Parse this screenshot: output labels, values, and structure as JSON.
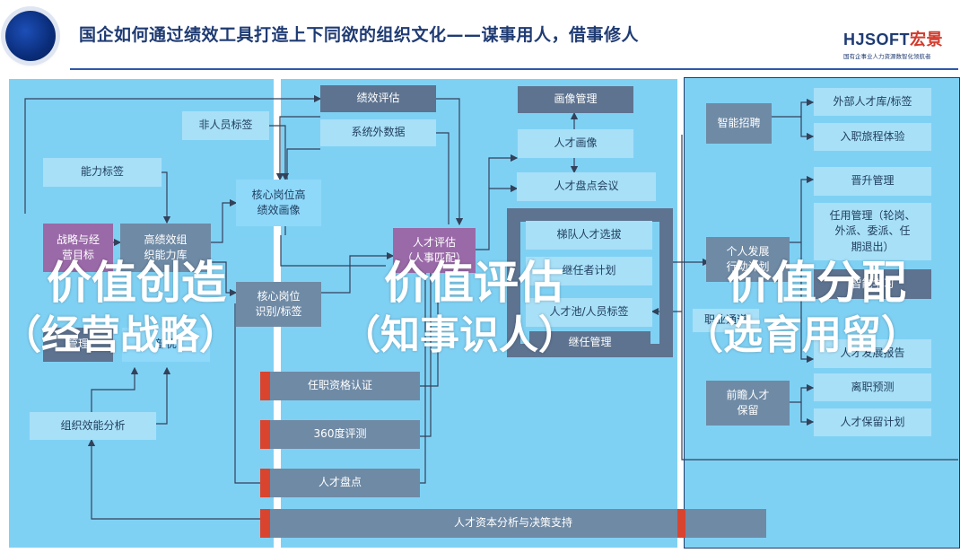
{
  "header": {
    "title": "国企如何通过绩效工具打造上下同欲的组织文化——谋事用人，借事修人",
    "brand_main": "HJSOFT",
    "brand_cn": "宏景",
    "brand_tagline": "国有企事业人力资源数智化领航者"
  },
  "left": {
    "capability_tag": "能力标签",
    "non_personnel_tag": "非人员标签",
    "strategy_goal": "战略与经\n营目标",
    "high_perf_lib": "高绩效组\n织能力库",
    "core_position_portrait": "核心岗位高\n绩效画像",
    "core_position_identify": "核心岗位\n识别/标签",
    "hidden_box_1": "管理",
    "hidden_box_2": "部优",
    "org_efficiency": "组织效能分析",
    "overlay_title": "价值创造",
    "overlay_sub": "（经营战略）"
  },
  "middle": {
    "perf_eval": "绩效评估",
    "external_data": "系统外数据",
    "portrait_mgmt": "画像管理",
    "talent_portrait": "人才画像",
    "talent_review_meeting": "人才盘点会议",
    "talent_eval": "人才评估\n（人事匹配）",
    "echelon_select": "梯队人才选拔",
    "successor_plan": "继任者计划",
    "talent_pool": "人才池/人员标签",
    "succession_mgmt": "继任管理",
    "qualification": "任职资格认证",
    "eval_360": "360度评测",
    "talent_review": "人才盘点",
    "overlay_title": "价值评估",
    "overlay_sub": "（知事识人）"
  },
  "right": {
    "smart_recruit": "智能招聘",
    "ext_talent_lib": "外部人才库/标签",
    "onboarding": "入职旅程体验",
    "promotion": "晋升管理",
    "appointment": "任用管理（轮岗、\n外派、委派、任\n期退出）",
    "personal_dev": "个人发展\n行动计划",
    "smart_learning": "智能学习",
    "career": "职业通道",
    "talent_dev_report": "人才发展报告",
    "pre_retain": "前瞻人才\n保留",
    "attrition_forecast": "离职预测",
    "retention_plan": "人才保留计划",
    "overlay_title": "价值分配",
    "overlay_sub": "（选育用留）"
  },
  "bottom": {
    "decision_support": "人才资本分析与决策支持"
  },
  "colors": {
    "panel": "#7fd1f4",
    "box_gray": "#6f8aa5",
    "box_purple": "#9a6aa8",
    "accent_red": "#d9442f",
    "title": "#1f3b73"
  }
}
